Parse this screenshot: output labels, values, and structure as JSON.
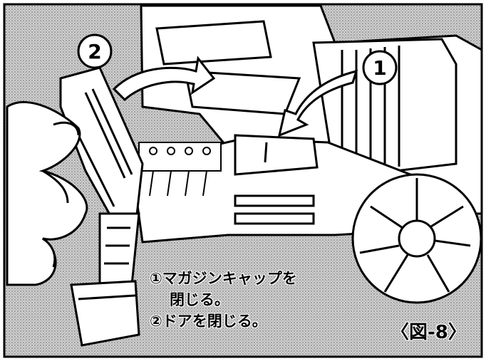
{
  "figure": {
    "label": "〈図-8〉",
    "markers": {
      "one": "1",
      "two": "2"
    },
    "steps": [
      {
        "line1": "①マガジンキャップを",
        "line2": "閉じる。"
      },
      {
        "line1": "②ドアを閉じる。"
      }
    ]
  }
}
